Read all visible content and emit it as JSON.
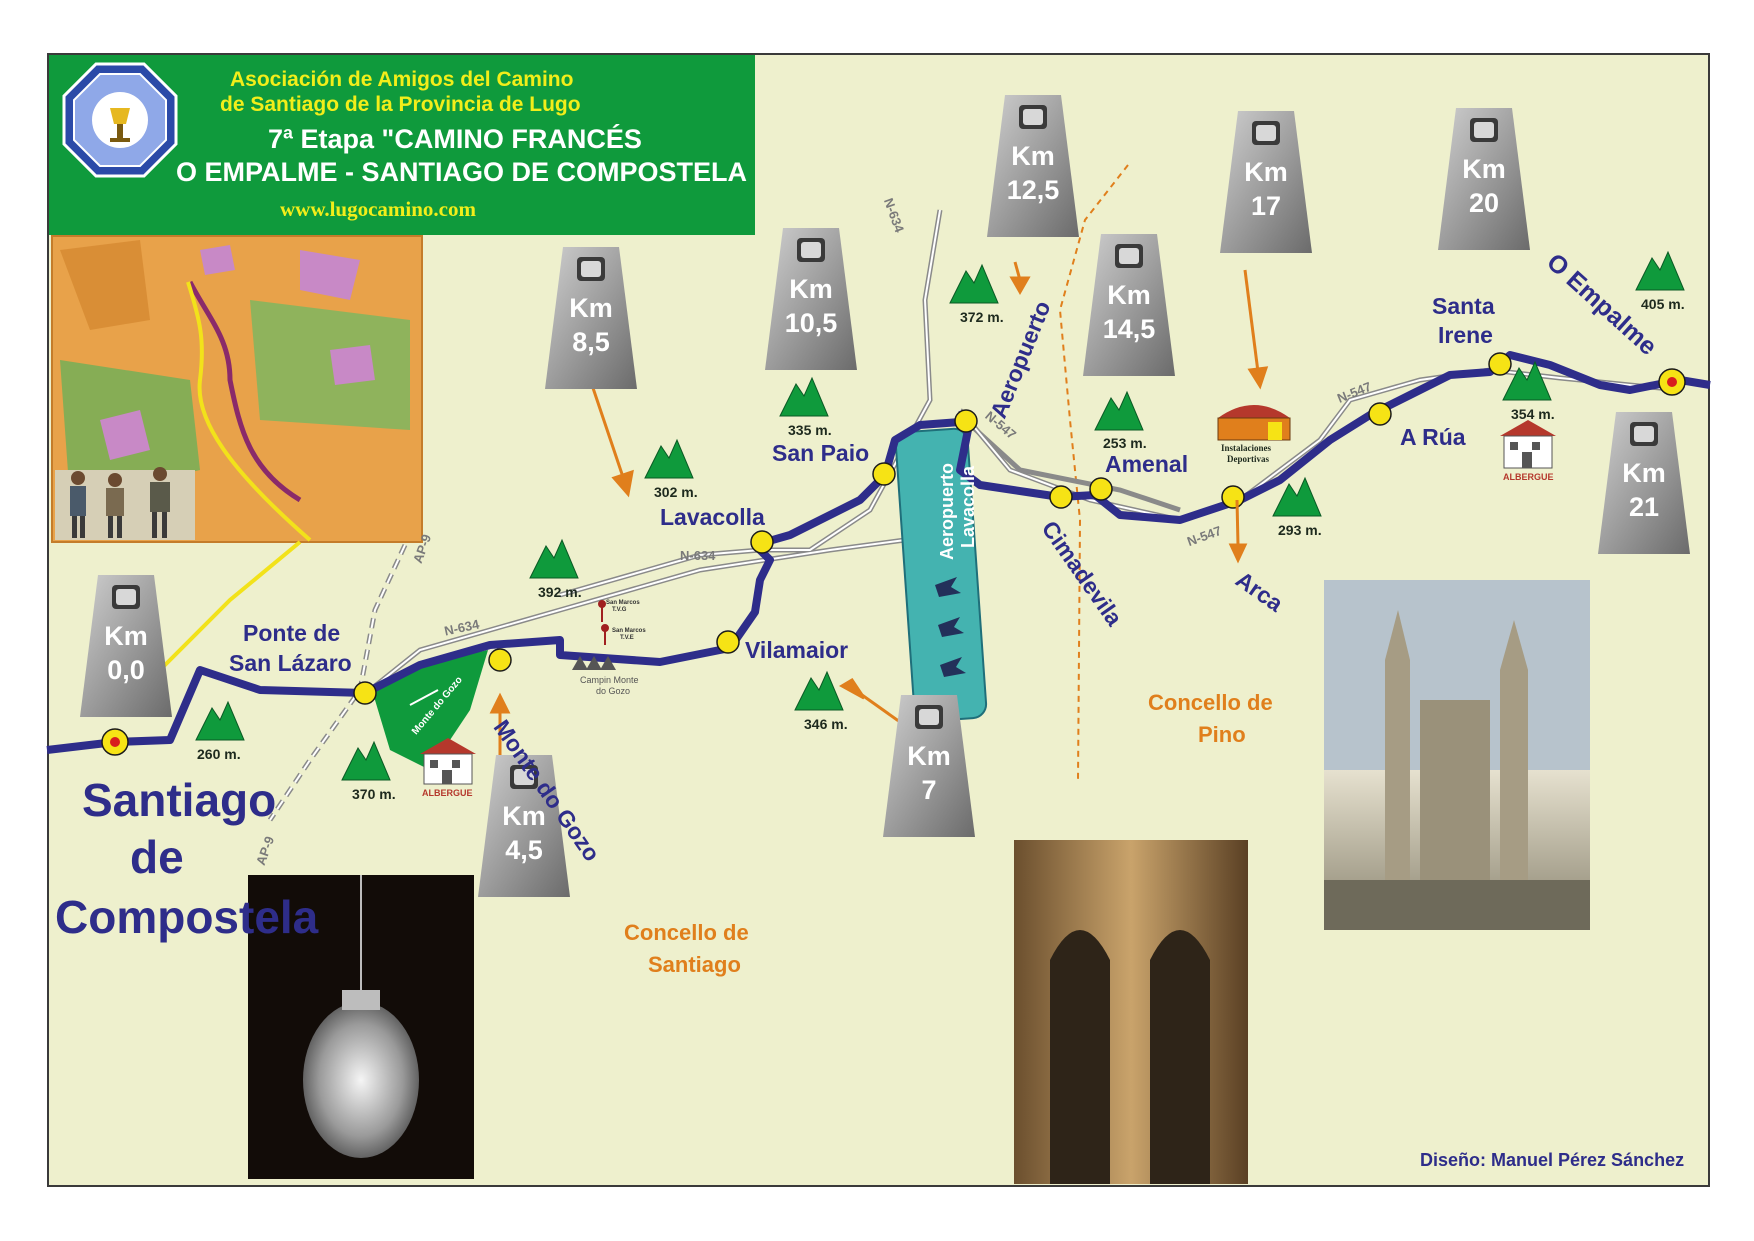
{
  "header": {
    "line1": "Asociación de Amigos del Camino",
    "line2": "de Santiago de la Provincia de Lugo",
    "line3": "7ª Etapa \"CAMINO FRANCÉS",
    "line4": "O EMPALME - SANTIAGO DE COMPOSTELA",
    "url": "www.lugocamino.com"
  },
  "city_label": [
    "Santiago",
    "de",
    "Compostela"
  ],
  "km_markers": [
    {
      "km": "Km",
      "value": "0,0"
    },
    {
      "km": "Km",
      "value": "4,5"
    },
    {
      "km": "Km",
      "value": "7"
    },
    {
      "km": "Km",
      "value": "8,5"
    },
    {
      "km": "Km",
      "value": "10,5"
    },
    {
      "km": "Km",
      "value": "12,5"
    },
    {
      "km": "Km",
      "value": "14,5"
    },
    {
      "km": "Km",
      "value": "17"
    },
    {
      "km": "Km",
      "value": "20"
    },
    {
      "km": "Km",
      "value": "21"
    }
  ],
  "places": {
    "ponte_san_lazaro": [
      "Ponte de",
      "San Lázaro"
    ],
    "monte_do_gozo": "Monte do Gozo",
    "vilamaior": "Vilamaior",
    "lavacolla": "Lavacolla",
    "san_paio": "San Paio",
    "aeropuerto": "Aeropuerto",
    "amenal": "Amenal",
    "cimadevila": "Cimadevila",
    "arca": "Arca",
    "a_rua": "A Rúa",
    "santa_irene": [
      "Santa",
      "Irene"
    ],
    "o_empalme": "O Empalme"
  },
  "airport_label": [
    "Aeropuerto",
    "Lavacolla"
  ],
  "altitudes": [
    "260 m.",
    "370 m.",
    "392 m.",
    "302 m.",
    "335 m.",
    "346 m.",
    "372 m.",
    "253 m.",
    "293 m.",
    "354 m.",
    "405 m."
  ],
  "roads": {
    "n634": "N-634",
    "n547": "N-547",
    "ap9": "AP-9"
  },
  "small_labels": {
    "albergue": "ALBERGUE",
    "instalaciones": [
      "Instalaciones",
      "Deportivas"
    ],
    "campin": [
      "Campin Monte",
      "do Gozo"
    ],
    "antenna1": [
      "San Marcos",
      "T.V.G"
    ],
    "antenna2": [
      "San Marcos",
      "T.V.E"
    ],
    "monte_do_gozo_park": "Monte do Gozo"
  },
  "concellos": {
    "santiago": [
      "Concello de",
      "Santiago"
    ],
    "pino": [
      "Concello de",
      "Pino"
    ]
  },
  "credit": "Diseño: Manuel Pérez Sánchez",
  "colors": {
    "route": "#2e2d8a",
    "header": "#0f9a3c",
    "accent_yellow": "#f2ee1a",
    "orange": "#e07f1c",
    "background": "#eef0cd",
    "airport": "#44b3b0"
  }
}
